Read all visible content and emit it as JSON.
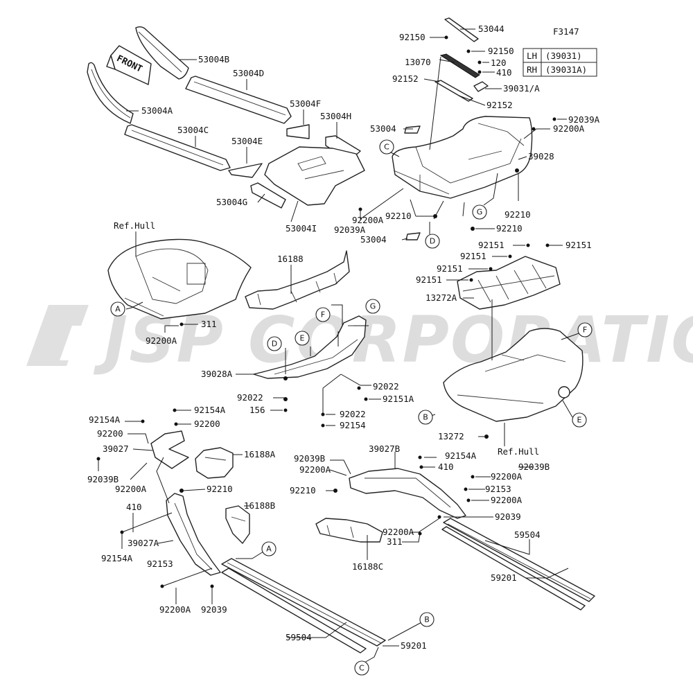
{
  "diagram": {
    "code": "F3147",
    "watermark": "JSP CORPORATION",
    "front_label": "FRONT",
    "side_table": [
      {
        "side": "LH",
        "part": "(39031)"
      },
      {
        "side": "RH",
        "part": "(39031A)"
      }
    ],
    "labels": {
      "p53044": "53044",
      "p92150a": "92150",
      "p92150b": "92150",
      "p13070": "13070",
      "p120": "120",
      "p410a": "410",
      "p92152a": "92152",
      "p39031a": "39031/A",
      "p92152b": "92152",
      "p92039a_top": "92039A",
      "p92200a_top": "92200A",
      "p53004_mid": "53004",
      "p39028": "39028",
      "p92210a": "92210",
      "p92200a_mid": "92200A",
      "p92039a_mid": "92039A",
      "p92210b": "92210",
      "p92210c": "92210",
      "p53004_low": "53004",
      "p53004b": "53004B",
      "p53004d": "53004D",
      "p53004a": "53004A",
      "p53004c": "53004C",
      "p53004f": "53004F",
      "p53004h": "53004H",
      "p53004e": "53004E",
      "p53004g": "53004G",
      "p53004i": "53004I",
      "ref_hull_top": "Ref.Hull",
      "p311a": "311",
      "p92200a_left": "92200A",
      "p16188": "16188",
      "p92151a": "92151",
      "p92151b": "92151",
      "p92151c": "92151",
      "p92151d": "92151",
      "p92151e": "92151",
      "p13272a": "13272A",
      "p39028a": "39028A",
      "p92022a": "92022",
      "p92151a_mid": "92151A",
      "p92022b": "92022",
      "p156": "156",
      "p92022c": "92022",
      "p92154": "92154",
      "p13272": "13272",
      "ref_hull_mid": "Ref.Hull",
      "p92154a_l1": "92154A",
      "p92154a_l2": "92154A",
      "p92200_l1": "92200",
      "p92200_l2": "92200",
      "p39027": "39027",
      "p16188a": "16188A",
      "p92039b_l": "92039B",
      "p92200a_l3": "92200A",
      "p92210_l": "92210",
      "p410_l": "410",
      "p16188b": "16188B",
      "p39027a": "39027A",
      "p92154a_l3": "92154A",
      "p92153_l": "92153",
      "p92200a_l4": "92200A",
      "p92039_l": "92039",
      "p59504_l": "59504",
      "p59201_l": "59201",
      "p92039b_m": "92039B",
      "p39027b": "39027B",
      "p92200a_m": "92200A",
      "p92154a_m": "92154A",
      "p410_m": "410",
      "p92210_m": "92210",
      "p92039b_r": "92039B",
      "p92200a_r1": "92200A",
      "p92153_r": "92153",
      "p92200a_r2": "92200A",
      "p92039_r": "92039",
      "p16188c": "16188C",
      "p92200a_r3": "92200A",
      "p311b": "311",
      "p59504_r": "59504",
      "p59201_r": "59201"
    },
    "refs": {
      "c_top": "C",
      "g_top": "G",
      "d_top": "D",
      "a_left": "A",
      "f_mid": "F",
      "g_mid": "G",
      "d_mid": "D",
      "e_mid": "E",
      "f_right": "F",
      "b_right": "B",
      "e_right": "E",
      "a_low": "A",
      "b_low": "B",
      "c_low": "C"
    }
  }
}
